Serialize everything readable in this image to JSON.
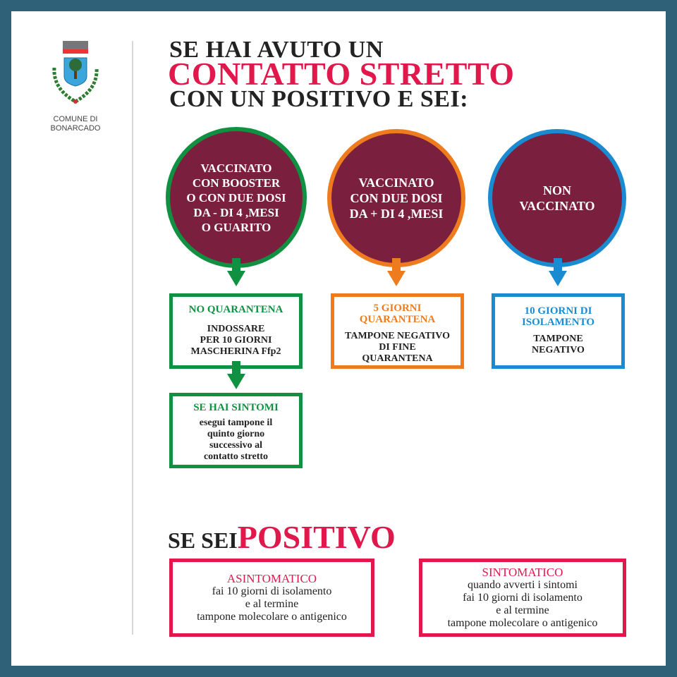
{
  "logo": {
    "text_line1": "COMUNE DI",
    "text_line2": "BONARCADO"
  },
  "header": {
    "line1": "SE HAI AVUTO UN",
    "line2": "CONTATTO STRETTO",
    "line3": "CON UN POSITIVO E SEI:"
  },
  "colors": {
    "green": "#109142",
    "orange": "#ee7c1f",
    "blue": "#1a8bd1",
    "maroon": "#7b1f3e",
    "red": "#e0184c",
    "frame": "#2f6178"
  },
  "columns": [
    {
      "circle": "VACCINATO\nCON BOOSTER\nO CON DUE DOSI\nDA - DI 4 ,MESI\nO GUARITO",
      "box_title": "NO QUARANTENA",
      "box_text": "INDOSSARE\nPER 10 GIORNI\nMASCHERINA Ffp2",
      "box2_title": "SE HAI SINTOMI",
      "box2_text": "esegui tampone il\nquinto giorno\nsuccessivo al\ncontatto stretto"
    },
    {
      "circle": "VACCINATO\nCON DUE DOSI\nDA + DI 4 ,MESI",
      "box_title": "5 GIORNI\nQUARANTENA",
      "box_text": "TAMPONE NEGATIVO\nDI FINE\nQUARANTENA"
    },
    {
      "circle": "NON\nVACCINATO",
      "box_title": "10 GIORNI DI\nISOLAMENTO",
      "box_text": "TAMPONE\nNEGATIVO"
    }
  ],
  "positive": {
    "prefix": "SE SEI",
    "title": "POSITIVO",
    "boxes": [
      {
        "title": "ASINTOMATICO",
        "text": "fai 10 giorni di isolamento\ne al termine\ntampone molecolare o antigenico"
      },
      {
        "title": "SINTOMATICO",
        "text": "quando avverti i sintomi\nfai 10 giorni di isolamento\ne al termine\ntampone molecolare o antigenico"
      }
    ]
  }
}
